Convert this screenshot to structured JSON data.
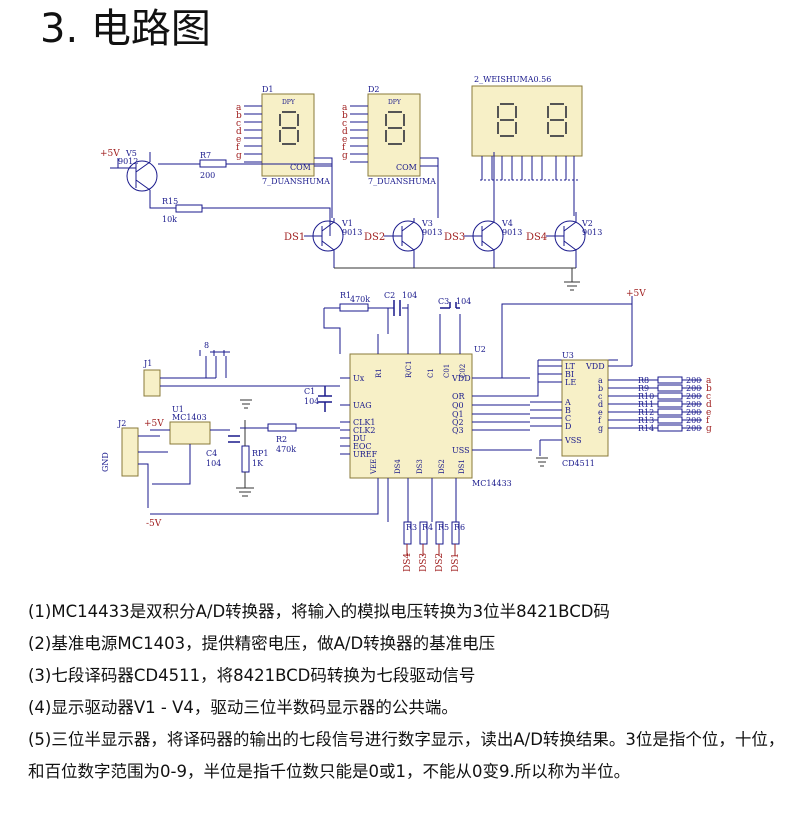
{
  "page": {
    "title_number": "3.",
    "title_text": "电路图"
  },
  "schematic": {
    "parts": {
      "D1": "D1",
      "D2": "D2",
      "disp1_name": "7_DUANSHUMA",
      "disp2_name": "7_DUANSHUMA",
      "disp3_name": "2_WEISHUMA0.56",
      "dpy": "DPY",
      "com": "COM",
      "V1": "V1",
      "V2": "V2",
      "V3": "V3",
      "V4": "V4",
      "V5": "V5",
      "t9013": "9013",
      "t9012": "9012",
      "R7": "R7",
      "R7v": "200",
      "R15": "R15",
      "R15v": "10k",
      "R1": "R1",
      "R1v": "470k",
      "C2": "C2",
      "C2v": "104",
      "C3": "C3",
      "C3v": "104",
      "C1": "C1",
      "C1v": "104",
      "C4": "C4",
      "C4v": "104",
      "R2": "R2",
      "R2v": "470k",
      "RP1": "RP1",
      "RP1v": "1K",
      "U1": "U1",
      "U1n": "MC1403",
      "U2": "U2",
      "U2n": "MC14433",
      "U3": "U3",
      "U3n": "CD4511",
      "J1": "J1",
      "J2": "J2",
      "gnd": "GND",
      "p5": "+5V",
      "m5": "-5V",
      "pin8": "8",
      "R3": "R3",
      "R4": "R4",
      "R5": "R5",
      "R6": "R6",
      "r10k": "10k",
      "DS1": "DS1",
      "DS2": "DS2",
      "DS3": "DS3",
      "DS4": "DS4"
    },
    "u2_pins_left": [
      "Ux",
      "UAG",
      "CLK1",
      "CLK2",
      "DU",
      "EOC",
      "UREF"
    ],
    "u2_pins_top": [
      "R1",
      "R/C1",
      "C1",
      "C01",
      "C02"
    ],
    "u2_pins_right": [
      "VDD",
      "OR",
      "Q0",
      "Q1",
      "Q2",
      "Q3",
      "USS"
    ],
    "u2_pins_bottom": [
      "VEE",
      "DS4",
      "DS3",
      "DS2",
      "DS1"
    ],
    "u3_pins_left": [
      "LT",
      "BI",
      "LE",
      "A",
      "B",
      "C",
      "D",
      "VSS"
    ],
    "u3_pins_right": [
      "VDD",
      "a",
      "b",
      "c",
      "d",
      "e",
      "f",
      "g"
    ],
    "seg_resistors": [
      "R8",
      "R9",
      "R10",
      "R11",
      "R12",
      "R13",
      "R14"
    ],
    "seg_value": "200",
    "segments": [
      "a",
      "b",
      "c",
      "d",
      "e",
      "f",
      "g"
    ]
  },
  "notes": [
    "(1)MC14433是双积分A/D转换器，将输入的模拟电压转换为3位半8421BCD码",
    "(2)基准电源MC1403，提供精密电压，做A/D转换器的基准电压",
    "(3)七段译码器CD4511，将8421BCD码转换为七段驱动信号",
    "(4)显示驱动器V1 - V4，驱动三位半数码显示器的公共端。",
    "(5)三位半显示器，将译码器的输出的七段信号进行数字显示，读出A/D转换结果。3位是指个位，十位，和百位数字范围为0-9，半位是指千位数只能是0或1，不能从0变9.所以称为半位。"
  ]
}
